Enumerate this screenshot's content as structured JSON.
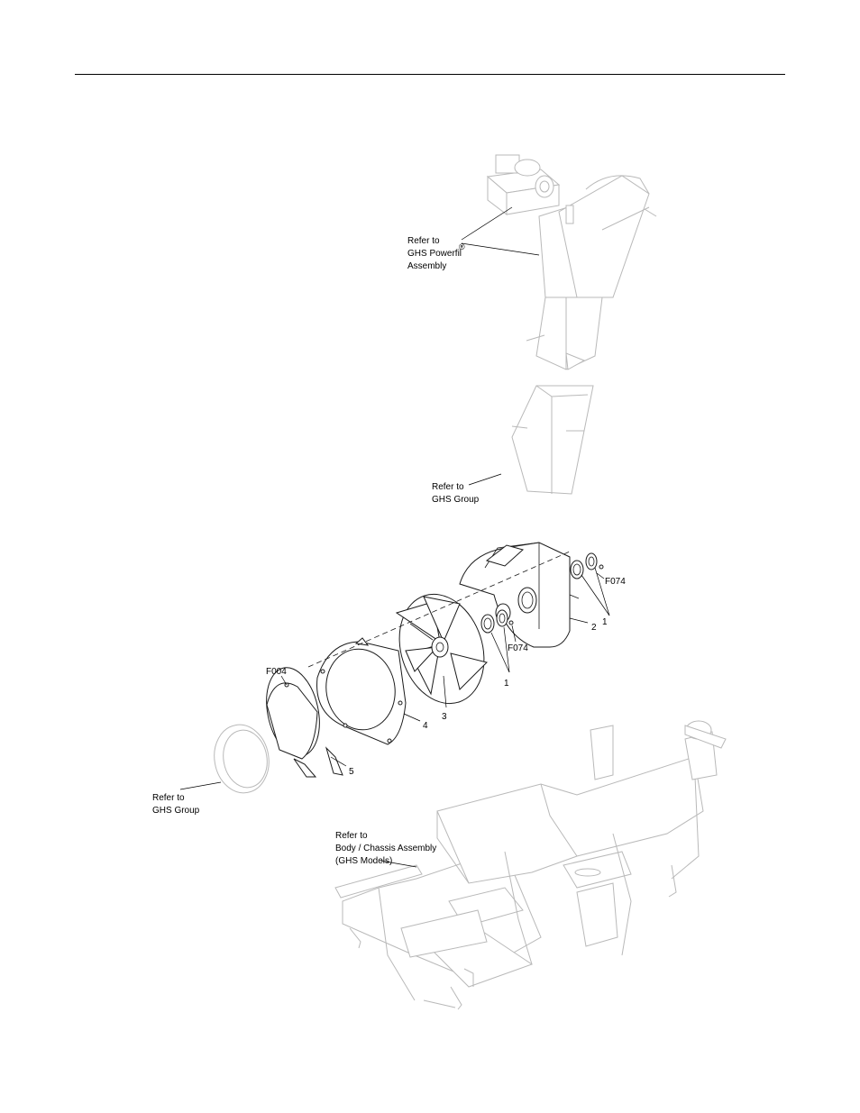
{
  "labels": {
    "powerfill_ref": [
      "Refer to",
      "GHS Powerfil",
      "Assembly"
    ],
    "registered_mark": "®",
    "ghs_group_top": [
      "Refer to",
      "GHS Group"
    ],
    "ghs_group_left": [
      "Refer to",
      "GHS Group"
    ],
    "chassis_ref": [
      "Refer to",
      "Body / Chassis Assembly",
      "(GHS Models)"
    ],
    "callouts": {
      "f074_right": "F074",
      "f074_mid": "F074",
      "f004": "F004",
      "one_right": "1",
      "one_mid": "1",
      "two": "2",
      "three": "3",
      "four": "4",
      "five": "5"
    }
  }
}
